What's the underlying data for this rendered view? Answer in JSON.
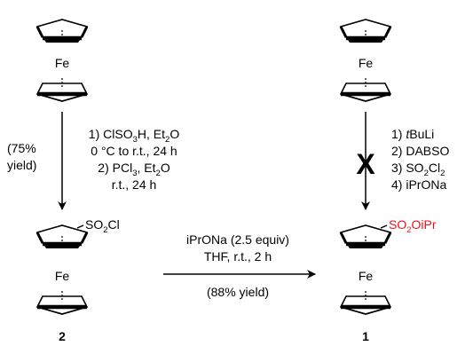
{
  "colors": {
    "highlight": "#e8141c",
    "ink": "#000000"
  },
  "molecules": {
    "ferrocene_left": {
      "metal": "Fe"
    },
    "ferrocene_right": {
      "metal": "Fe"
    },
    "compound2": {
      "metal": "Fe",
      "substituent": "SO2Cl",
      "number": "2"
    },
    "compound1": {
      "metal": "Fe",
      "substituent": "SO2OiPr",
      "number": "1"
    }
  },
  "arrow_left": {
    "steps": [
      "1) ClSO3H, Et2O",
      "0 °C to r.t., 24 h",
      "2) PCl3, Et2O",
      "r.t., 24 h"
    ],
    "yield_line1": "(75%",
    "yield_line2": "yield)"
  },
  "arrow_right": {
    "blocked_mark": "X",
    "steps": [
      "1) tBuLi",
      "2) DABSO",
      "3) SO2Cl2",
      "4) iPrONa"
    ]
  },
  "arrow_bottom": {
    "above_1": "iPrONa (2.5 equiv)",
    "above_2": "THF, r.t., 2 h",
    "below": "(88% yield)"
  }
}
